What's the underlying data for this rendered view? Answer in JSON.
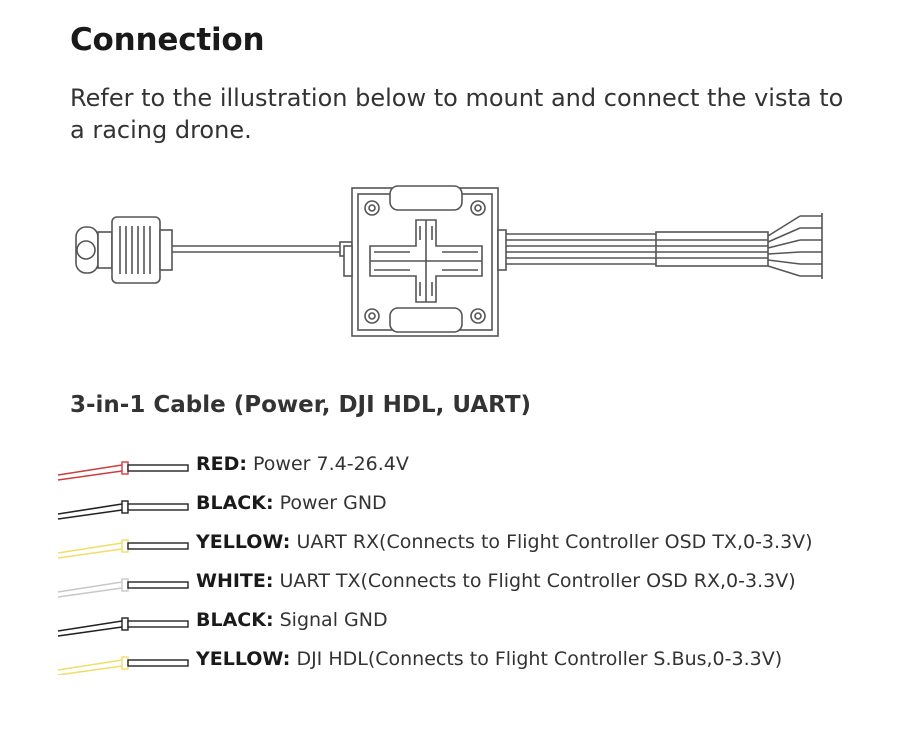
{
  "heading": "Connection",
  "intro": "Refer to the illustration below to mount and connect the vista to a racing drone.",
  "cable_title": "3-in-1 Cable (Power, DJI HDL, UART)",
  "wires": [
    {
      "color_name": "RED:",
      "description": "Power 7.4-26.4V",
      "stroke": "#d23c3c"
    },
    {
      "color_name": "BLACK:",
      "description": "Power GND",
      "stroke": "#222222"
    },
    {
      "color_name": "YELLOW:",
      "description": "UART RX(Connects to Flight Controller OSD TX,0-3.3V)",
      "stroke": "#f1dd6a"
    },
    {
      "color_name": "WHITE:",
      "description": "UART TX(Connects to Flight Controller OSD RX,0-3.3V)",
      "stroke": "#c8c8c8"
    },
    {
      "color_name": "BLACK:",
      "description": "Signal GND",
      "stroke": "#222222"
    },
    {
      "color_name": "YELLOW:",
      "description": "DJI HDL(Connects to Flight Controller S.Bus,0-3.3V)",
      "stroke": "#f1dd6a"
    }
  ]
}
